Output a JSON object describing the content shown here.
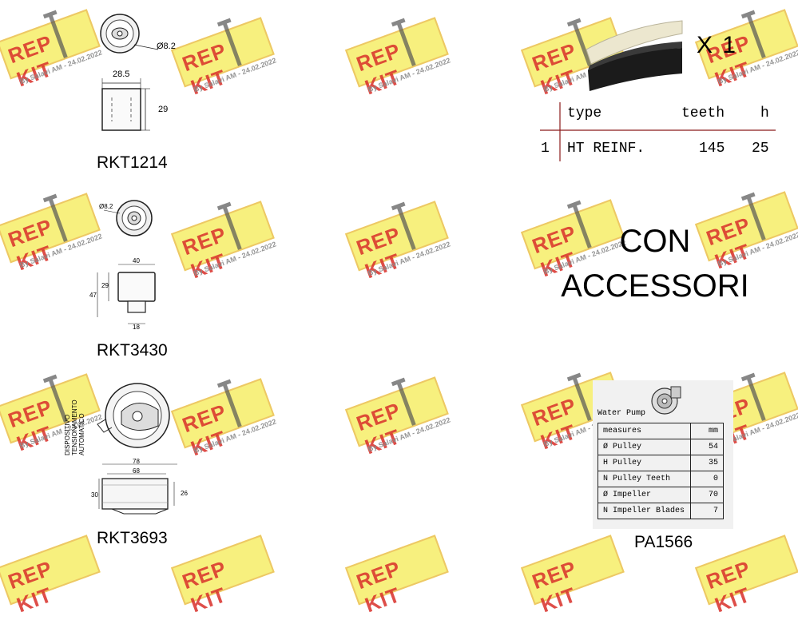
{
  "watermark": {
    "logo_text": "REP KIT",
    "credit": "By Salavi AM - 24.02.2022",
    "colors": {
      "plate": "#f6ed5a",
      "logo": "#d9302a",
      "credit": "#8a8a8a"
    }
  },
  "parts": [
    {
      "code": "RKT1214",
      "dims": {
        "width": "28.5",
        "height": "29",
        "diameter": "Ø8.2"
      }
    },
    {
      "code": "RKT3430",
      "dims": {
        "diameter": "Ø8.2",
        "width": "40",
        "height": "29",
        "overall": "47",
        "base": "18"
      }
    },
    {
      "code": "RKT3693",
      "dims": {
        "outer": "78",
        "inner": "68",
        "left": "30",
        "right": "26"
      },
      "note": "DISPOSITIVO TENSIONAMENTO AUTOMATICO"
    }
  ],
  "belt": {
    "quantity": "X 1",
    "headers": {
      "type": "type",
      "teeth": "teeth",
      "h": "h"
    },
    "rows": [
      {
        "index": "1",
        "type": "HT REINF.",
        "teeth": "145",
        "h": "25"
      }
    ]
  },
  "accessories": {
    "line1": "CON",
    "line2": "ACCESSORI"
  },
  "pump": {
    "title": "Water Pump",
    "code": "PA1566",
    "table": {
      "header": {
        "label": "measures",
        "unit": "mm"
      },
      "rows": [
        {
          "label": "Ø Pulley",
          "value": "54"
        },
        {
          "label": "H Pulley",
          "value": "35"
        },
        {
          "label": "N Pulley Teeth",
          "value": "0"
        },
        {
          "label": "Ø Impeller",
          "value": "70"
        },
        {
          "label": "N Impeller Blades",
          "value": "7"
        }
      ]
    }
  }
}
